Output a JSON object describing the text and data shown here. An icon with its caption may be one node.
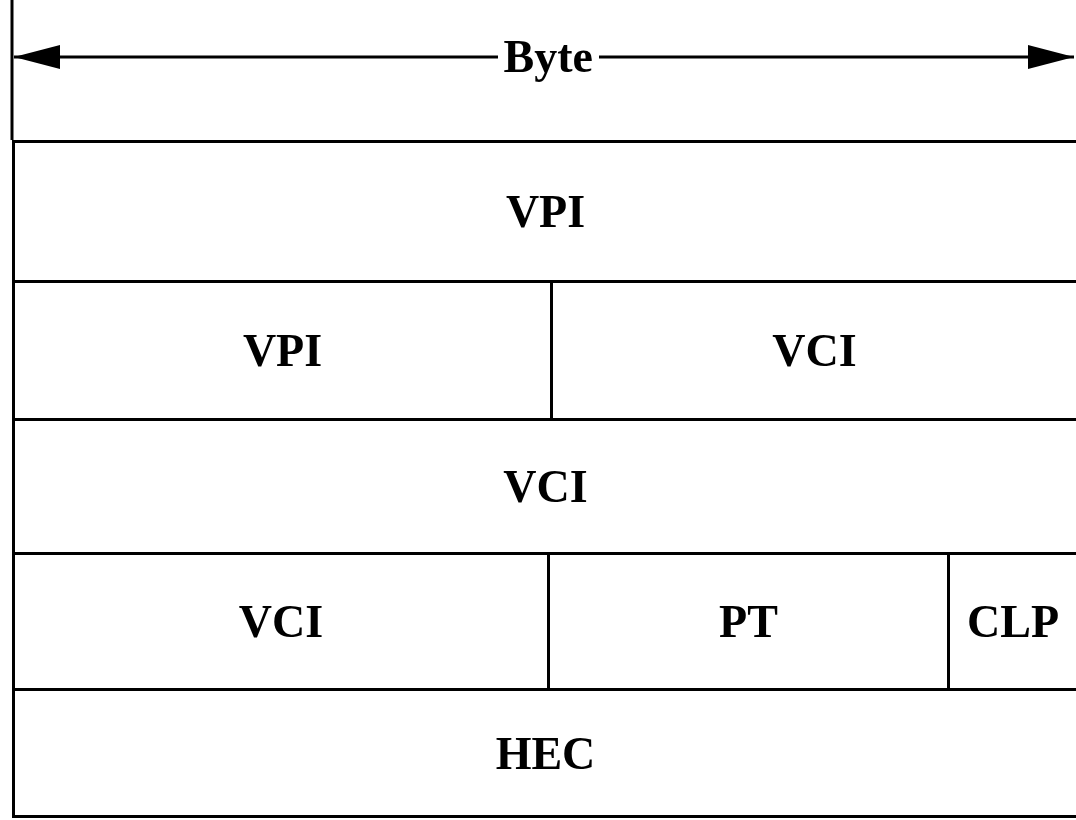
{
  "diagram": {
    "labels": [
      "Byte",
      "VPI",
      "VPI",
      "VCI",
      "VCI",
      "VCI",
      "PT",
      "CLP",
      "HEC"
    ]
  }
}
